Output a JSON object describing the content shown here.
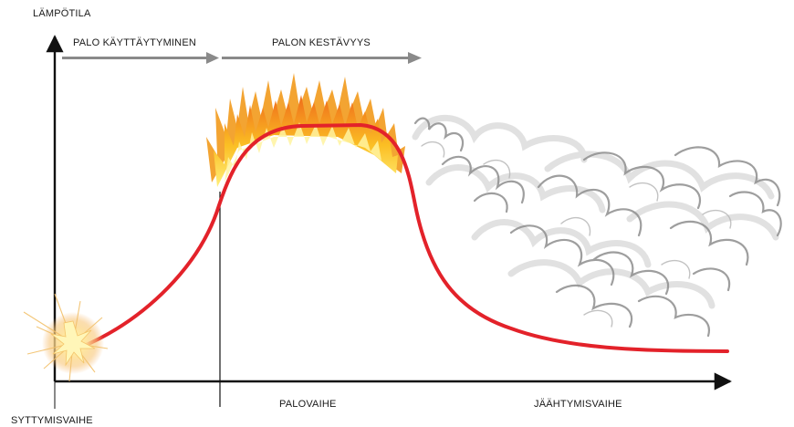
{
  "y_axis_label": "LÄMPÖTILA",
  "top_phases": [
    {
      "label": "PALO KÄYTTÄYTYMINEN"
    },
    {
      "label": "PALON KESTÄVYYS"
    }
  ],
  "bottom_phases": [
    {
      "label": "SYTTYMISVAIHE"
    },
    {
      "label": "PALOVAIHE"
    },
    {
      "label": "JÄÄHTYMISVAIHE"
    }
  ],
  "colors": {
    "curve": "#e3222a",
    "axis": "#111111",
    "arrow": "#8a8a8a",
    "flame_outer": "#f7a21b",
    "flame_inner": "#ffe66a",
    "smoke": "#9a9a9a"
  },
  "icons": [
    "spark-icon",
    "flame-icon",
    "smoke-icon"
  ]
}
